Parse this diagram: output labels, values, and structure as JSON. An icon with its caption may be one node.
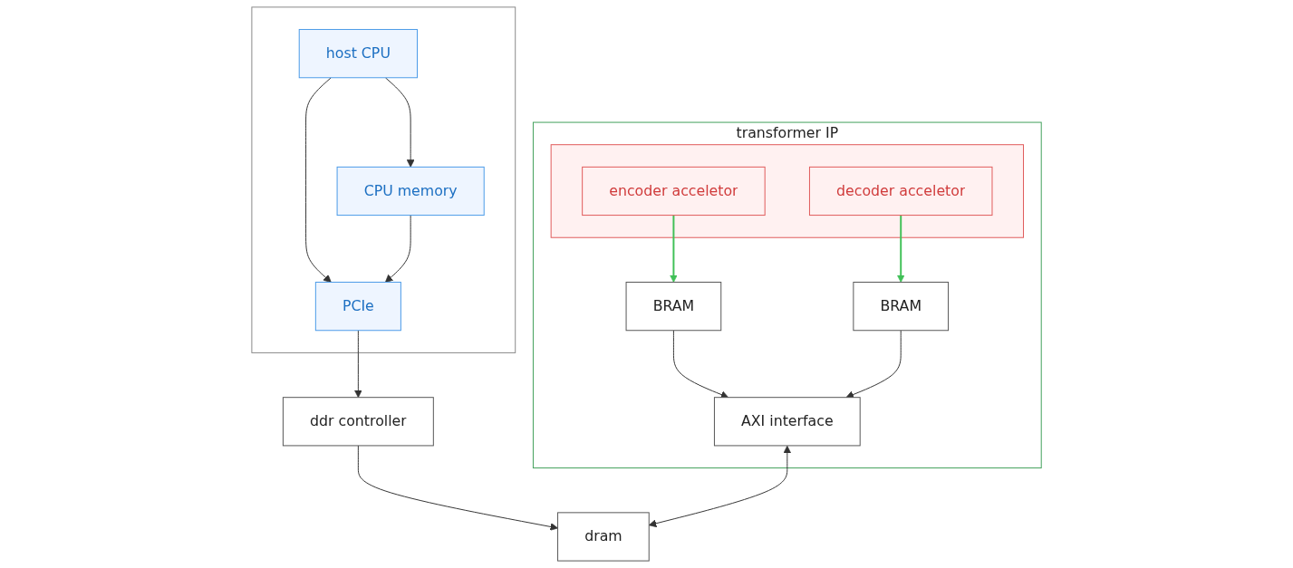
{
  "diagram": {
    "nodes": [
      {
        "text": [],
        "shape": "box"
      },
      {
        "text": [
          "host CPU"
        ],
        "in": 0
      },
      {
        "text": [
          "PCIe"
        ],
        "in": 0
      },
      {
        "text": [
          "CPU memory"
        ],
        "in": 0
      },
      {
        "text": [
          "transformer IP"
        ]
      },
      {
        "text": [],
        "shape": "box",
        "in": 4
      },
      {
        "text": [
          "encoder acceletor"
        ],
        "in": 5
      },
      {
        "text": [
          "decoder acceletor"
        ],
        "in": 5
      },
      {
        "text": [
          "BRAM"
        ],
        "in": 4
      },
      {
        "text": [
          "BRAM"
        ],
        "in": 4
      },
      {
        "text": [
          "AXI interface"
        ],
        "in": 4
      },
      {
        "text": [
          "ddr controller"
        ]
      },
      {
        "text": [
          "dram"
        ]
      }
    ],
    "edges": [
      {
        "from": 1,
        "to": 2,
        "arrow": "to"
      },
      {
        "from": 1,
        "to": 3,
        "arrow": "to"
      },
      {
        "from": 3,
        "to": 2,
        "arrow": "to"
      },
      {
        "from": 2,
        "to": 11,
        "arrow": "to"
      },
      {
        "from": 6,
        "to": 8,
        "arrow": "to",
        "color": "#40c057"
      },
      {
        "from": 7,
        "to": 9,
        "arrow": "to",
        "color": "#40c057"
      },
      {
        "from": 8,
        "to": 10,
        "arrow": "to"
      },
      {
        "from": 9,
        "to": 10,
        "arrow": "to"
      },
      {
        "from": 11,
        "to": 12,
        "arrow": "to"
      },
      {
        "from": 10,
        "to": 12,
        "arrow": "both"
      }
    ]
  }
}
